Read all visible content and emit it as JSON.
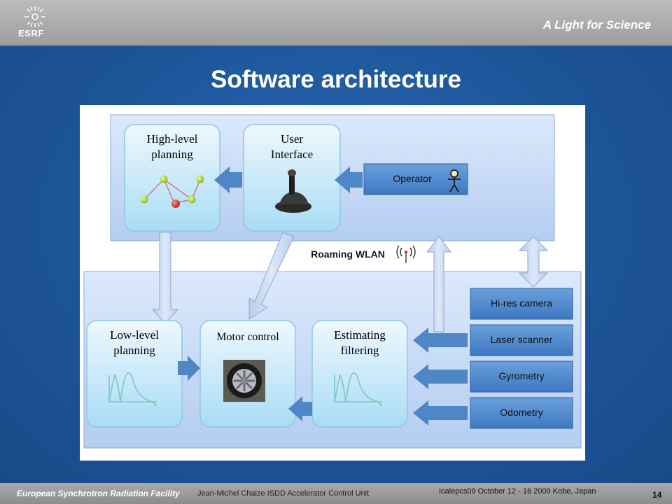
{
  "header": {
    "logo_text": "ESRF",
    "tagline": "A Light for Science"
  },
  "slide": {
    "title": "Software architecture",
    "page_number": "14"
  },
  "diagram": {
    "high_level_line1": "High-level",
    "high_level_line2": "planning",
    "user_interface_line1": "User",
    "user_interface_line2": "Interface",
    "operator": "Operator",
    "roaming": "Roaming WLAN",
    "low_level_line1": "Low-level",
    "low_level_line2": "planning",
    "motor_control": "Motor control",
    "estimating_line1": "Estimating",
    "estimating_line2": "filtering",
    "sensors": [
      "Hi-res camera",
      "Laser scanner",
      "Gyrometry",
      "Odometry"
    ]
  },
  "footer": {
    "organization": "European Synchrotron Radiation Facility",
    "author": "Jean-Michel Chaize ISDD Accelerator Control Unit",
    "conference": "Icalepcs09 October 12 - 16 2009 Kobe, Japan"
  },
  "colors": {
    "slide_blue": "#1f5aa0",
    "box_fill": "#c2d8f6",
    "sensor_blue": "#4a86cc",
    "arrow_blue": "#4f86c6"
  }
}
